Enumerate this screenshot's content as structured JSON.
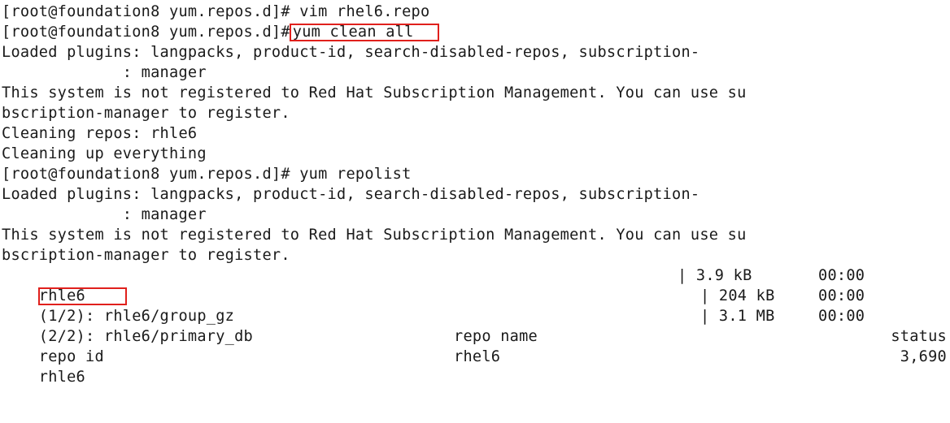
{
  "terminal": {
    "lines": [
      {
        "prompt": "[root@foundation8 yum.repos.d]#",
        "cmd": " vim rhel6.repo"
      },
      {
        "prompt": "[root@foundation8 yum.repos.d]#",
        "cmd": "yum clean all"
      },
      {
        "text": "Loaded plugins: langpacks, product-id, search-disabled-repos, subscription-"
      },
      {
        "text": "             : manager"
      },
      {
        "text": "This system is not registered to Red Hat Subscription Management. You can use su"
      },
      {
        "text": "bscription-manager to register."
      },
      {
        "text": "Cleaning repos: rhle6"
      },
      {
        "text": "Cleaning up everything"
      },
      {
        "prompt": "[root@foundation8 yum.repos.d]#",
        "cmd": " yum repolist"
      },
      {
        "text": "Loaded plugins: langpacks, product-id, search-disabled-repos, subscription-"
      },
      {
        "text": "             : manager"
      },
      {
        "text": "This system is not registered to Red Hat Subscription Management. You can use su"
      },
      {
        "text": "bscription-manager to register."
      }
    ],
    "downloads": [
      {
        "name": "rhle6",
        "size": "| 3.9 kB",
        "time": "00:00"
      },
      {
        "name": "(1/2): rhle6/group_gz",
        "size": "| 204 kB",
        "time": "00:00"
      },
      {
        "name": "(2/2): rhle6/primary_db",
        "size": "| 3.1 MB",
        "time": "00:00"
      }
    ],
    "table": {
      "headers": {
        "id": "repo id",
        "name": "repo name",
        "status": "status"
      },
      "rows": [
        {
          "id": "rhle6",
          "name": "rhel6",
          "status": "3,690"
        }
      ]
    },
    "highlight_color": "#e0201c"
  }
}
